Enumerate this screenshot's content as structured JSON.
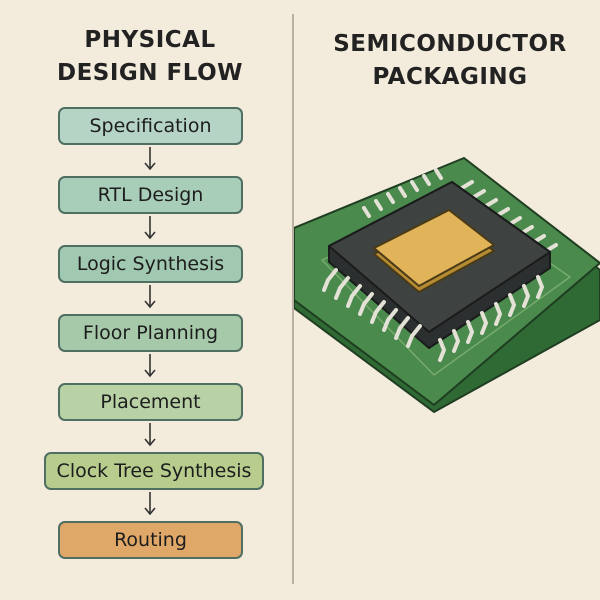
{
  "left_title": {
    "line1": "PHYSICAL",
    "line2": "DESIGN FLOW"
  },
  "right_title": {
    "line1": "SEMICONDUCTOR",
    "line2": "PACKAGING"
  },
  "steps": [
    {
      "label": "Specification",
      "color": "#b5d4c6"
    },
    {
      "label": "RTL Design",
      "color": "#a8cdb9"
    },
    {
      "label": "Logic Synthesis",
      "color": "#a1c8b1"
    },
    {
      "label": "Floor Planning",
      "color": "#a6c9aa"
    },
    {
      "label": "Placement",
      "color": "#b8d2a6"
    },
    {
      "label": "Clock Tree Synthesis",
      "color": "#b8cc8e"
    },
    {
      "label": "Routing",
      "color": "#e0a868"
    }
  ],
  "colors": {
    "background": "#f3ecdc",
    "board_green": "#4b8a4d",
    "chip_body": "#3e4241",
    "die_gold": "#e2b459",
    "pins": "#e4e1d7"
  }
}
